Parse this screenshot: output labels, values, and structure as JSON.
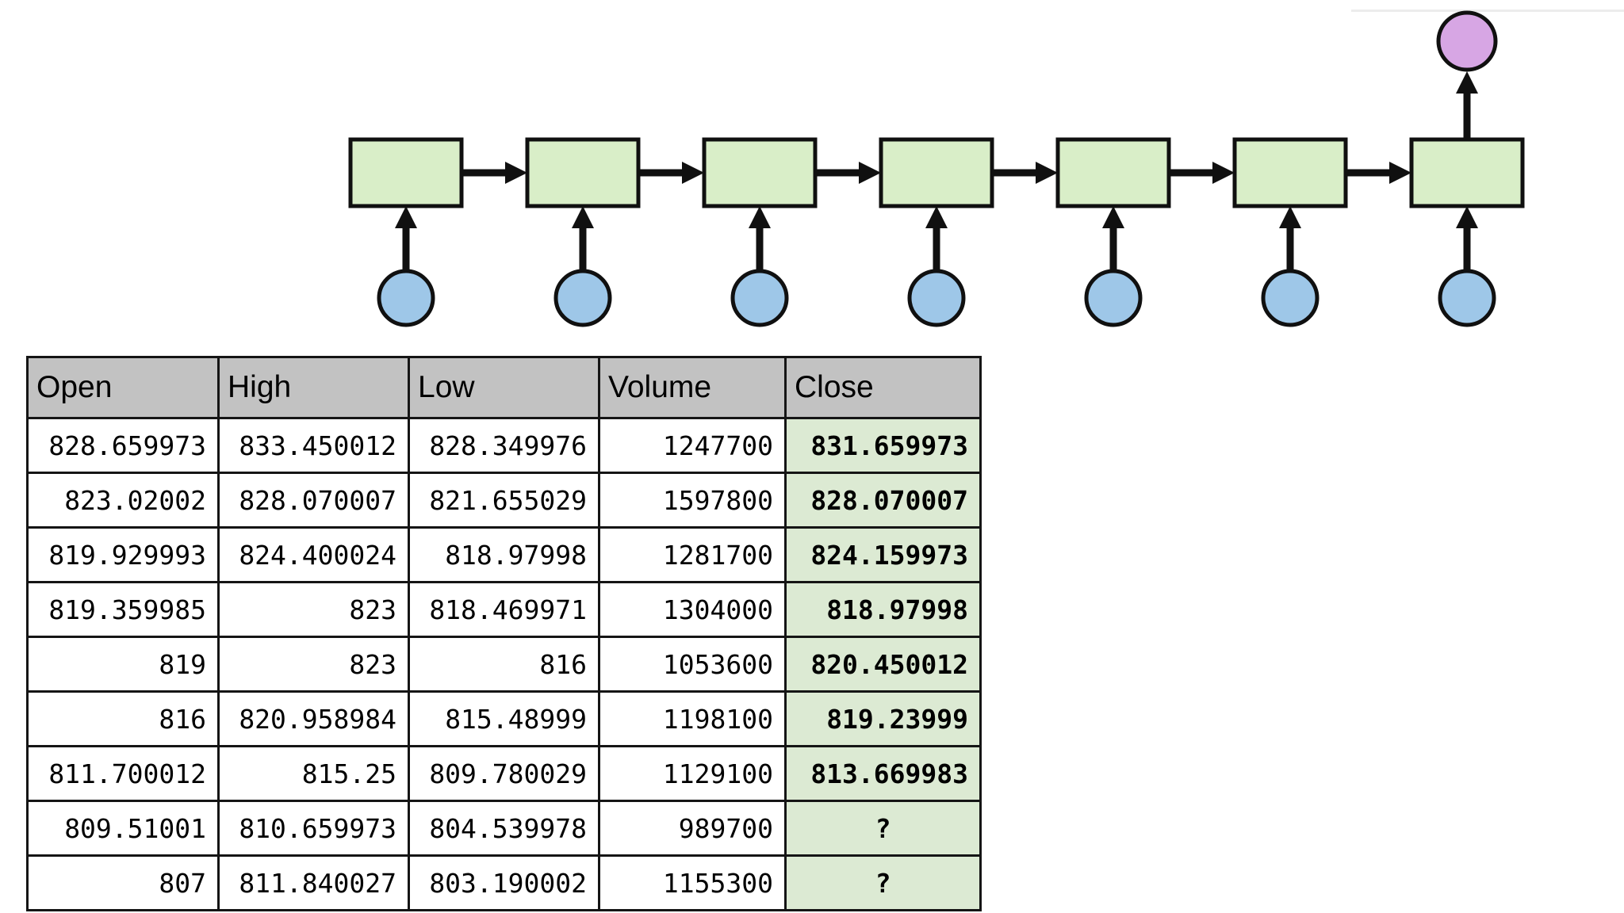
{
  "diagram": {
    "label": "unrolled recurrent neural network over daily price inputs",
    "steps": 7,
    "cell_fill": "#d9eec8",
    "cell_stroke": "#101010",
    "input_fill": "#9ec7e8",
    "input_stroke": "#101010",
    "output_fill": "#d7a6e4",
    "output_stroke": "#101010",
    "arrow_color": "#101010"
  },
  "table": {
    "headers": [
      "Open",
      "High",
      "Low",
      "Volume",
      "Close"
    ],
    "rows": [
      [
        "828.659973",
        "833.450012",
        "828.349976",
        "1247700",
        "831.659973"
      ],
      [
        "823.02002",
        "828.070007",
        "821.655029",
        "1597800",
        "828.070007"
      ],
      [
        "819.929993",
        "824.400024",
        "818.97998",
        "1281700",
        "824.159973"
      ],
      [
        "819.359985",
        "823",
        "818.469971",
        "1304000",
        "818.97998"
      ],
      [
        "819",
        "823",
        "816",
        "1053600",
        "820.450012"
      ],
      [
        "816",
        "820.958984",
        "815.48999",
        "1198100",
        "819.23999"
      ],
      [
        "811.700012",
        "815.25",
        "809.780029",
        "1129100",
        "813.669983"
      ],
      [
        "809.51001",
        "810.659973",
        "804.539978",
        "989700",
        "?"
      ],
      [
        "807",
        "811.840027",
        "803.190002",
        "1155300",
        "?"
      ]
    ],
    "close_column_index": 4,
    "unknown_marker": "?",
    "header_bg": "#c2c2c2",
    "close_bg": "#dcead3",
    "border_color": "#151515"
  }
}
